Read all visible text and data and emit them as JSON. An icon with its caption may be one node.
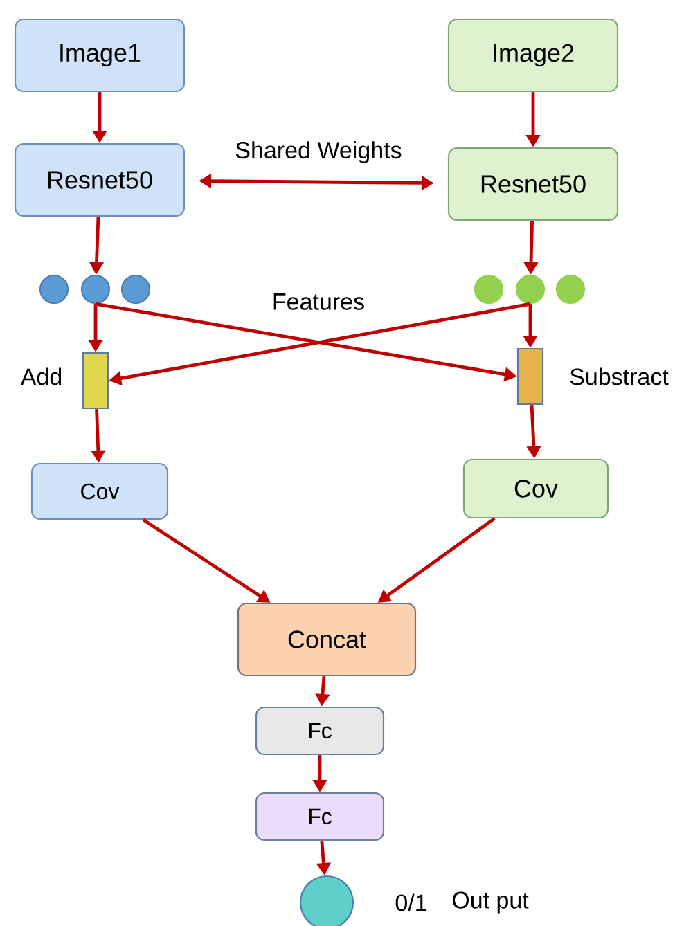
{
  "diagram": {
    "nodes": [
      {
        "text": [
          "Image1"
        ]
      },
      {
        "text": [
          "Image2"
        ]
      },
      {
        "text": [
          "Resnet50"
        ]
      },
      {
        "text": [
          "Resnet50"
        ]
      },
      {
        "text": [],
        "shape": "circle"
      },
      {
        "text": [],
        "shape": "circle"
      },
      {
        "text": [],
        "shape": "circle"
      },
      {
        "text": [],
        "shape": "circle"
      },
      {
        "text": [],
        "shape": "circle"
      },
      {
        "text": [],
        "shape": "circle"
      },
      {
        "text": [],
        "shape": "bar",
        "beside": [
          "Add"
        ]
      },
      {
        "text": [],
        "shape": "bar",
        "beside": [
          "Substract"
        ]
      },
      {
        "text": [
          "Cov"
        ]
      },
      {
        "text": [
          "Cov"
        ]
      },
      {
        "text": [
          "Concat"
        ]
      },
      {
        "text": [
          "Fc"
        ]
      },
      {
        "text": [
          "Fc"
        ]
      },
      {
        "text": [],
        "shape": "circle",
        "beside": [
          "0/1",
          "Out put"
        ]
      }
    ],
    "edges": [
      {
        "from": 0,
        "to": 2,
        "arrow": "to"
      },
      {
        "from": 1,
        "to": 3,
        "arrow": "to"
      },
      {
        "from": 2,
        "to": 3,
        "arrow": "both",
        "label": "Shared Weights"
      },
      {
        "from": 2,
        "to": 5,
        "arrow": "to"
      },
      {
        "from": 3,
        "to": 8,
        "arrow": "to"
      },
      {
        "from": 5,
        "to": 10,
        "arrow": "to"
      },
      {
        "from": 8,
        "to": 11,
        "arrow": "to"
      },
      {
        "from": 5,
        "to": 11,
        "arrow": "to"
      },
      {
        "from": 8,
        "to": 10,
        "arrow": "to"
      },
      {
        "from": 10,
        "to": 12,
        "arrow": "to"
      },
      {
        "from": 11,
        "to": 13,
        "arrow": "to"
      },
      {
        "from": 12,
        "to": 14,
        "arrow": "to"
      },
      {
        "from": 13,
        "to": 14,
        "arrow": "to"
      },
      {
        "from": 14,
        "to": 15,
        "arrow": "to"
      },
      {
        "from": 15,
        "to": 16,
        "arrow": "to"
      },
      {
        "from": 16,
        "to": 17,
        "arrow": "to"
      }
    ],
    "labels": [
      "Features"
    ]
  }
}
